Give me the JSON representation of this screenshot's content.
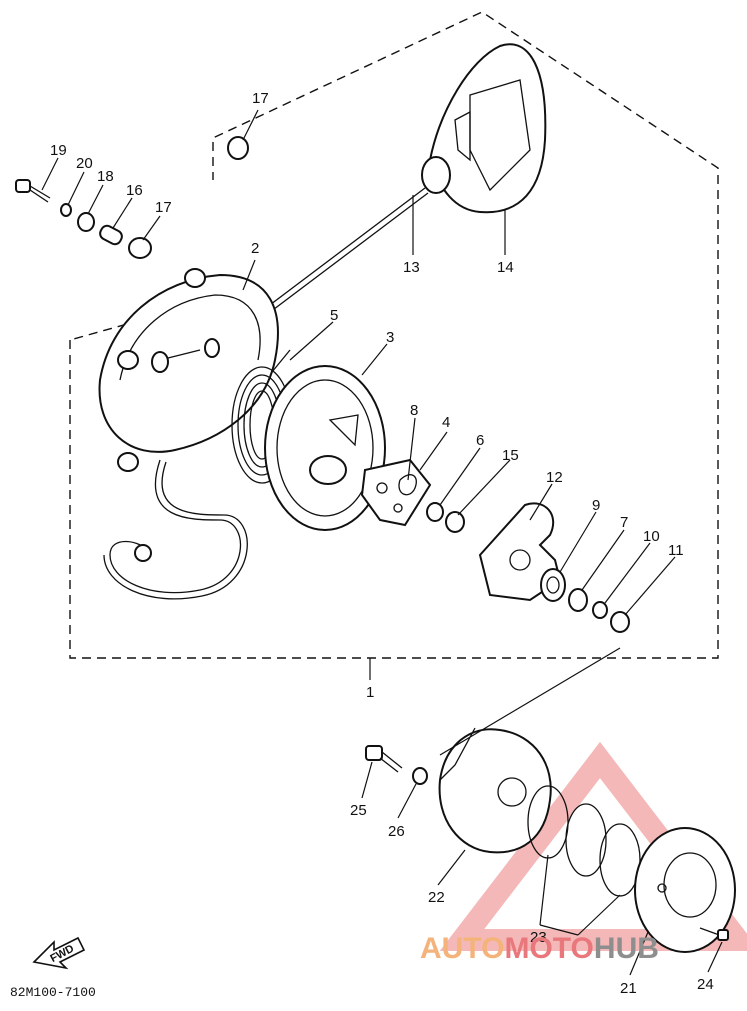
{
  "diagram": {
    "callouts": [
      {
        "id": "c1",
        "text": "1"
      },
      {
        "id": "c2",
        "text": "2"
      },
      {
        "id": "c3",
        "text": "3"
      },
      {
        "id": "c4",
        "text": "4"
      },
      {
        "id": "c5",
        "text": "5"
      },
      {
        "id": "c6",
        "text": "6"
      },
      {
        "id": "c7",
        "text": "7"
      },
      {
        "id": "c8",
        "text": "8"
      },
      {
        "id": "c9",
        "text": "9"
      },
      {
        "id": "c10",
        "text": "10"
      },
      {
        "id": "c11",
        "text": "11"
      },
      {
        "id": "c12",
        "text": "12"
      },
      {
        "id": "c13",
        "text": "13"
      },
      {
        "id": "c14",
        "text": "14"
      },
      {
        "id": "c15",
        "text": "15"
      },
      {
        "id": "c16",
        "text": "16"
      },
      {
        "id": "c17a",
        "text": "17"
      },
      {
        "id": "c17b",
        "text": "17"
      },
      {
        "id": "c18",
        "text": "18"
      },
      {
        "id": "c19",
        "text": "19"
      },
      {
        "id": "c20",
        "text": "20"
      },
      {
        "id": "c21",
        "text": "21"
      },
      {
        "id": "c22",
        "text": "22"
      },
      {
        "id": "c23",
        "text": "23"
      },
      {
        "id": "c24",
        "text": "24"
      },
      {
        "id": "c25",
        "text": "25"
      },
      {
        "id": "c26",
        "text": "26"
      }
    ],
    "forward_arrow_label": "FWD",
    "diagram_code": "82M100-7100"
  },
  "watermark": {
    "part1": "AUTO",
    "part2": "MOTO",
    "part3": "HUB",
    "colors": {
      "auto": "#f3b37a",
      "moto": "#e9787d",
      "hub": "#8e8e8e",
      "triangle": "#f0a0a0"
    }
  }
}
